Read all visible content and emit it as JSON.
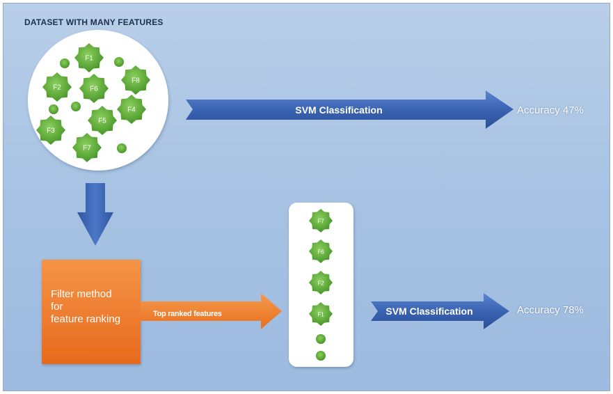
{
  "title": "DATASET WITH MANY  FEATURES",
  "dataset_features": [
    "F1",
    "F8",
    "F2",
    "F6",
    "F4",
    "F5",
    "F3",
    "F7"
  ],
  "svm_top_label": "SVM Classification",
  "accuracy_top": "Accuracy 47%",
  "filter_method_label": "Filter method\nfor\nfeature ranking",
  "top_ranked_label": "Top ranked features",
  "ranked_features": [
    "F7",
    "F6",
    "F2",
    "F1"
  ],
  "svm_bottom_label": "SVM Classification",
  "accuracy_bottom": "Accuracy 78%",
  "colors": {
    "arrow_blue": "#3a62b0",
    "orange": "#f07b2a",
    "star_green": "#5ea83c",
    "white_panel": "#ffffff"
  }
}
